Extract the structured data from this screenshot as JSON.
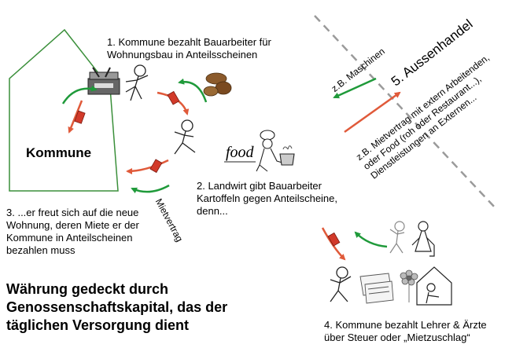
{
  "labels": {
    "step1": [
      "1. Kommune bezahlt Bauarbeiter für",
      "Wohnungsbau in Anteilsscheinen"
    ],
    "step2": [
      "2. Landwirt gibt Bauarbeiter",
      "Kartoffeln gegen Anteilscheine,",
      "denn..."
    ],
    "step3": [
      "3. ...er freut sich auf die neue",
      "Wohnung, deren Miete er der",
      "Kommune in Anteilscheinen",
      "bezahlen muss"
    ],
    "step4": [
      "4. Kommune bezahlt Lehrer & Ärzte",
      "über Steuer oder „Mietzuschlag“"
    ],
    "kommune": "Kommune",
    "mietvertrag": "Mietvertrag",
    "aussenhandel": "5. Aussenhandel",
    "maschinen": "z.B. Maschinen",
    "mietvertrag_extern": [
      "z.B. Mietvertrag mit extern Arbeitenden,",
      "oder Food (roh oder Restaurant...),",
      "Dienstleistungen an Externen..."
    ],
    "waehrung": [
      "Währung gedeckt durch",
      "Genossenschaftskapital, das der",
      "täglichen Versorgung dient"
    ],
    "food_logo": "food"
  },
  "colors": {
    "house_outline": "#3a8f3a",
    "arrow_green": "#1f9a3a",
    "arrow_red": "#e05a3a",
    "token": "#d23a2a",
    "dashed_line": "#9a9a9a",
    "potato": "#8b5a2b"
  },
  "icons": [
    "toolbox-icon",
    "worker-stickman-icon",
    "potatoes-icon",
    "farmer-stickman-icon",
    "food-logo-icon",
    "cook-icon",
    "teacher-icon",
    "stickman-icon",
    "papers-icon",
    "flower-icon",
    "doctor-icon"
  ]
}
